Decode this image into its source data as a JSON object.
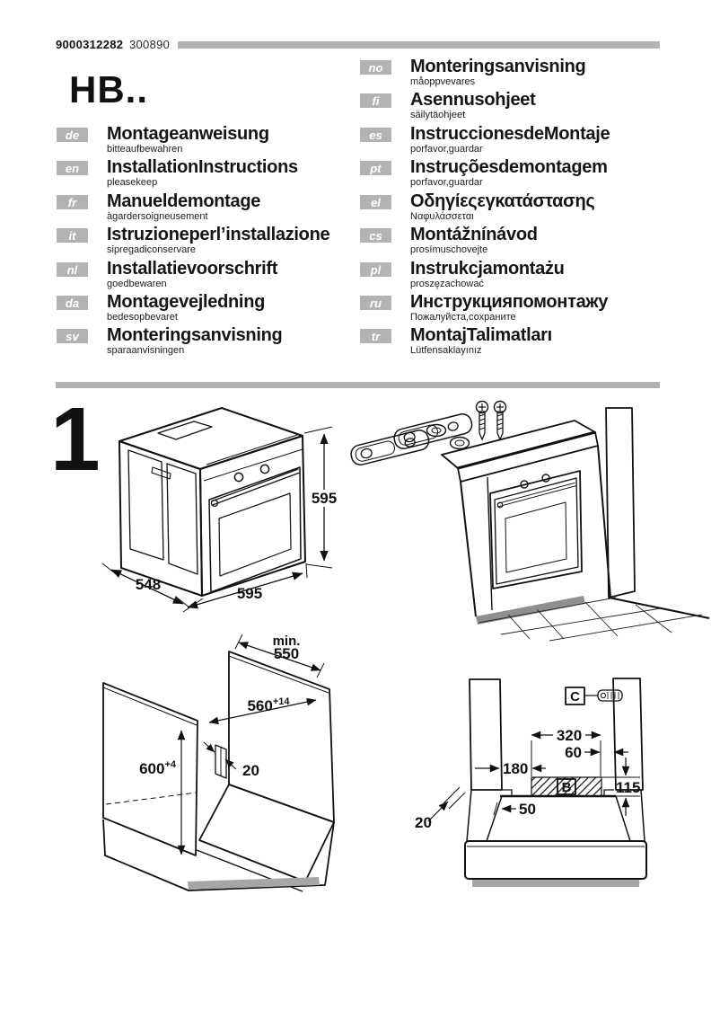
{
  "header": {
    "doc_number": "9000312282",
    "code": "300890",
    "model": "HB.."
  },
  "languages_left": [
    {
      "code": "de",
      "title": "Montageanweisung",
      "note": "bitteaufbewahren"
    },
    {
      "code": "en",
      "title": "InstallationInstructions",
      "note": "pleasekeep"
    },
    {
      "code": "fr",
      "title": "Manueldemontage",
      "note": "àgardersoigneusement"
    },
    {
      "code": "it",
      "title": "Istruzioneperl’installazione",
      "note": "sipregadiconservare"
    },
    {
      "code": "nl",
      "title": "Installatievoorschrift",
      "note": "goedbewaren"
    },
    {
      "code": "da",
      "title": "Montagevejledning",
      "note": "bedesopbevaret"
    },
    {
      "code": "sv",
      "title": "Monteringsanvisning",
      "note": "sparaanvisningen"
    }
  ],
  "languages_right": [
    {
      "code": "no",
      "title": "Monteringsanvisning",
      "note": "måoppvevares"
    },
    {
      "code": "fi",
      "title": "Asennusohjeet",
      "note": "säilytäohjeet"
    },
    {
      "code": "es",
      "title": "InstruccionesdeMontaje",
      "note": "porfavor,guardar"
    },
    {
      "code": "pt",
      "title": "Instruçõesdemontagem",
      "note": "porfavor,guardar"
    },
    {
      "code": "el",
      "title": "Οδηγίεςεγκατάστασης",
      "note": "Ναφυλάσσεται"
    },
    {
      "code": "cs",
      "title": "Montážnínávod",
      "note": "prosímuschovejte"
    },
    {
      "code": "pl",
      "title": "Instrukcjamontażu",
      "note": "proszęzachować"
    },
    {
      "code": "ru",
      "title": "Инструкцияпомонтажу",
      "note": "Пожалуйста,сохраните"
    },
    {
      "code": "tr",
      "title": "MontajTalimatları",
      "note": "Lütfensaklayınız"
    }
  ],
  "figure": {
    "step": "1",
    "oven": {
      "height": "595",
      "width": "595",
      "depth": "548"
    },
    "cutout": {
      "min_label": "min.",
      "min_value": "550",
      "width": "560",
      "width_tol": "+14",
      "height": "600",
      "height_tol": "+4",
      "rear_gap": "20"
    },
    "rear": {
      "w320": "320",
      "w60": "60",
      "w180": "180",
      "h115": "115",
      "w50": "50",
      "t20": "20",
      "part_b": "B",
      "part_c": "C"
    }
  },
  "colors": {
    "badge_gray": "#b3b3b3",
    "bar_gray": "#b3b3b3",
    "panel_gray": "#ededed",
    "door_gray": "#bcbcbc",
    "shadow_gray": "#8f8f8f",
    "line_black": "#111111"
  }
}
